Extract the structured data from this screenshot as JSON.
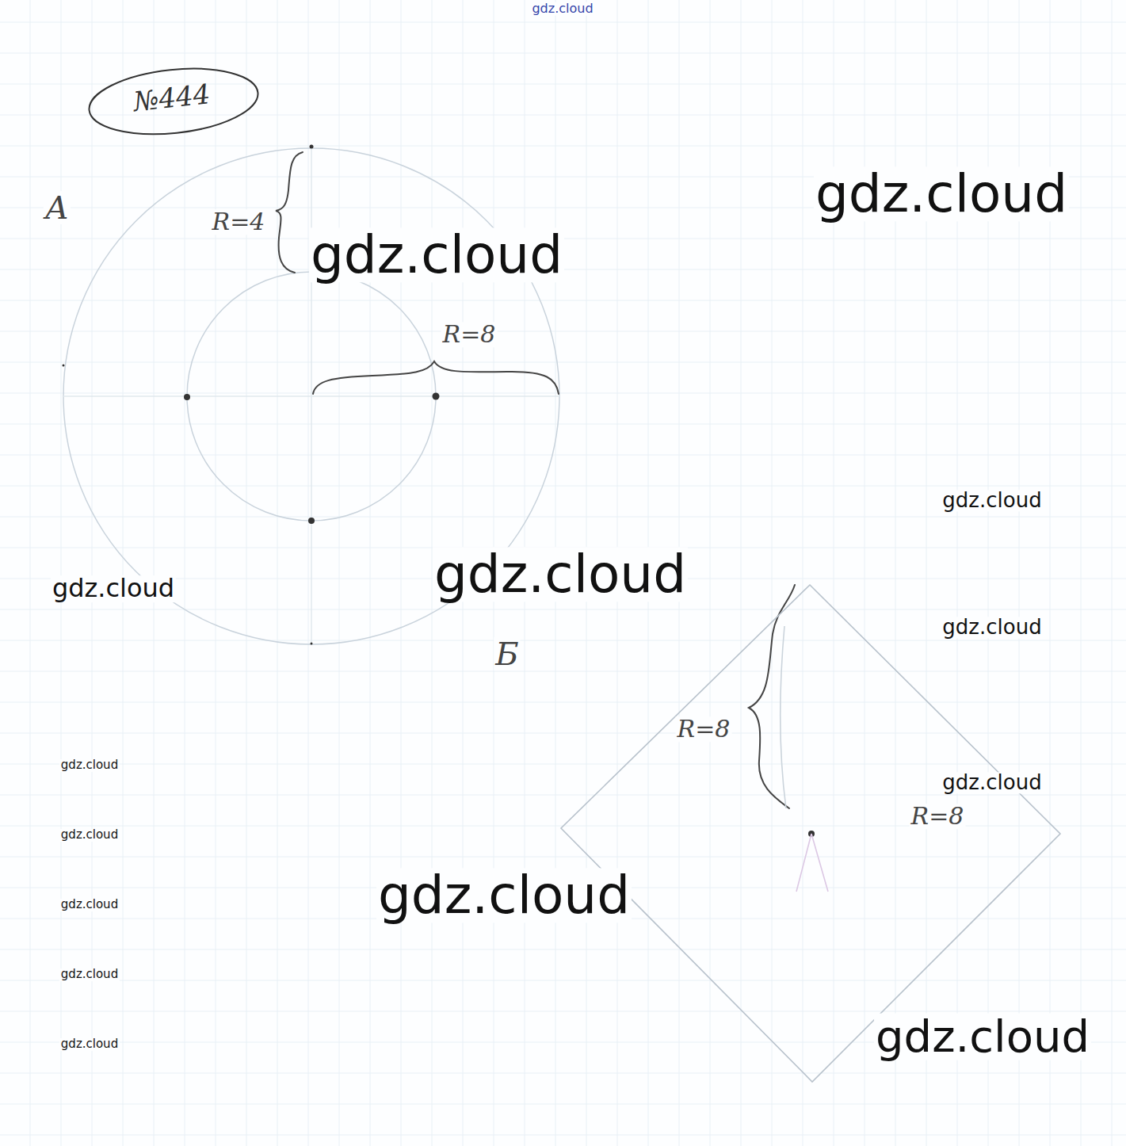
{
  "diagram": {
    "nodes": [
      {
        "text": [
          "№444"
        ]
      }
    ],
    "labels": [
      "gdz.cloud",
      "gdz.cloud",
      "А",
      "R=4",
      "gdz.cloud",
      "R=8",
      "gdz.cloud",
      "gdz.cloud",
      "gdz.cloud",
      "gdz.cloud",
      "Б",
      "R=8",
      "gdz.cloud",
      "gdz.cloud",
      "R=8",
      "gdz.cloud",
      "gdz.cloud",
      "gdz.cloud",
      "gdz.cloud",
      "gdz.cloud",
      "gdz.cloud"
    ]
  }
}
